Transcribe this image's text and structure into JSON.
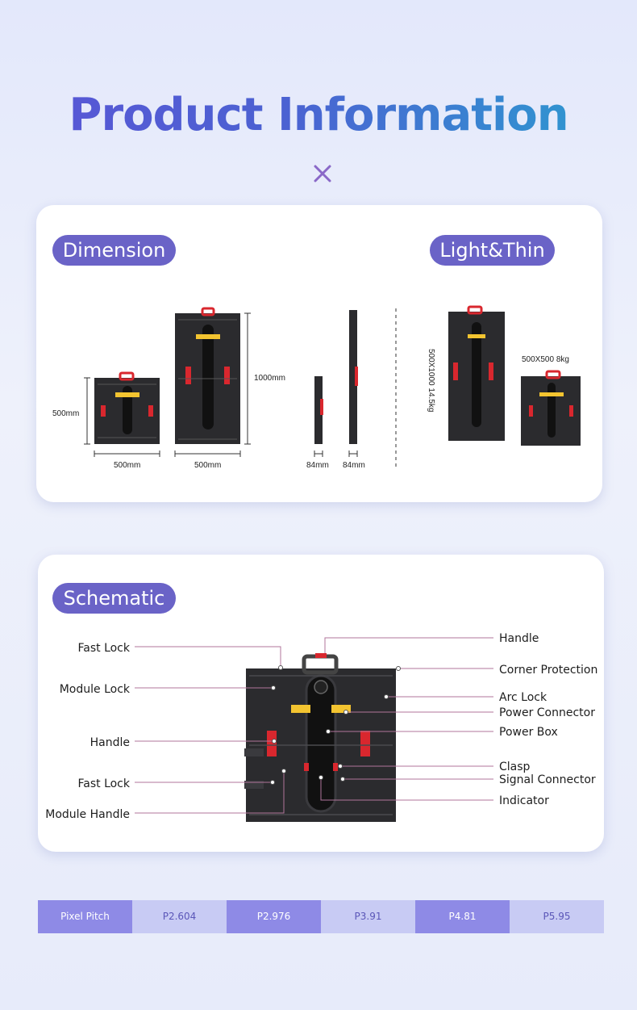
{
  "page": {
    "title": "Product Information",
    "separator_icon": "cross-icon"
  },
  "dimension_card": {
    "dimension_label": "Dimension",
    "light_thin_label": "Light&Thin",
    "small_height": "500mm",
    "small_width": "500mm",
    "large_width": "500mm",
    "large_height": "1000mm",
    "depth_small": "84mm",
    "depth_large": "84mm",
    "tall_spec": "500X1000   14.5kg",
    "small_spec": "500X500   8kg"
  },
  "schematic_card": {
    "label": "Schematic",
    "left_callouts": [
      "Fast Lock",
      "Module Lock",
      "Handle",
      "Fast Lock",
      "Module Handle"
    ],
    "right_callouts": [
      "Handle",
      "Corner Protection",
      "Arc Lock",
      "Power Connector",
      "Power Box",
      "Clasp",
      "Signal Connector",
      "Indicator"
    ]
  },
  "pixel_table": {
    "header": "Pixel Pitch",
    "values": [
      "P2.604",
      "P2.976",
      "P3.91",
      "P4.81",
      "P5.95"
    ]
  },
  "colors": {
    "accent": "#6a63c7",
    "callout_line": "#b0749b",
    "panel": "#2b2b2e",
    "highlight_red": "#d9272e",
    "highlight_yellow": "#f3c430"
  }
}
